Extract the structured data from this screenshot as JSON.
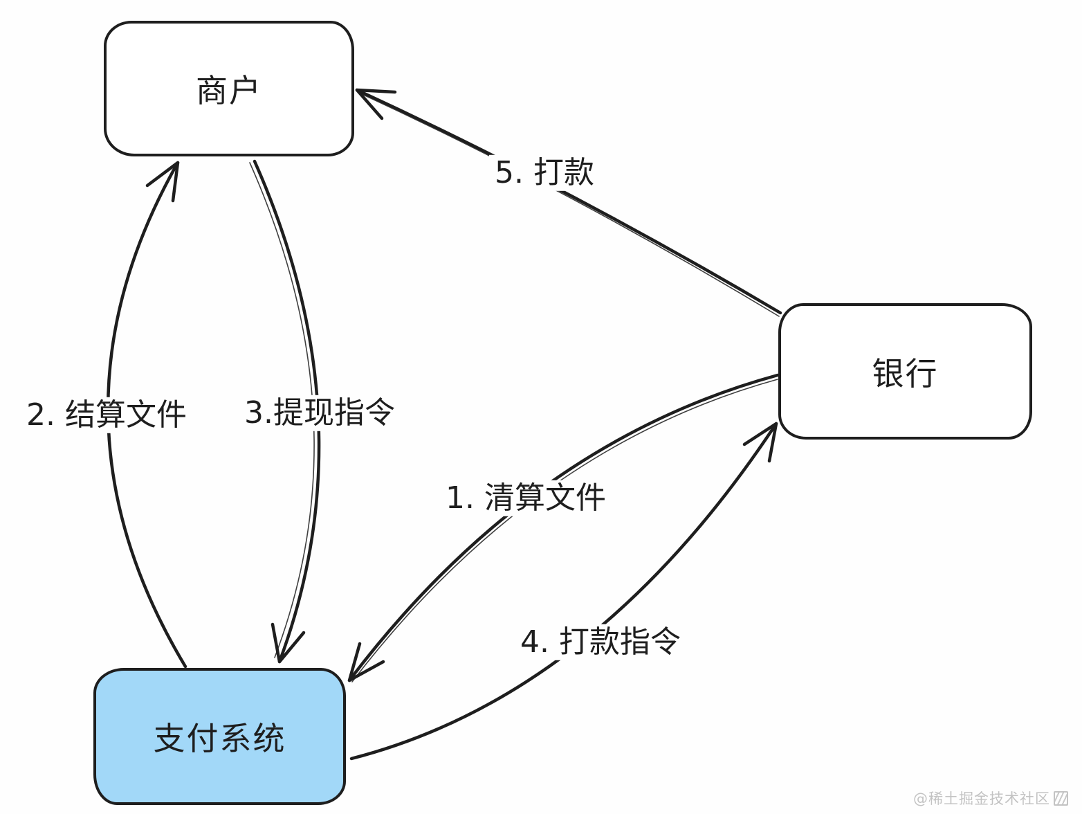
{
  "colors": {
    "background": "#fefefe",
    "ink": "#1e1e1e",
    "node_fill": "#ffffff",
    "payment_system_fill": "#a2d8f8",
    "watermark_gray": "#c3c3c3"
  },
  "nodes": {
    "merchant": {
      "label": "商户"
    },
    "bank": {
      "label": "银行"
    },
    "payment_system": {
      "label": "支付系统"
    }
  },
  "edges": {
    "clearing_file": {
      "label": "1. 清算文件",
      "from": "bank",
      "to": "payment_system"
    },
    "settlement_file": {
      "label": "2. 结算文件",
      "from": "payment_system",
      "to": "merchant"
    },
    "withdraw_command": {
      "label": "3.提现指令",
      "from": "merchant",
      "to": "payment_system"
    },
    "payout_command": {
      "label": "4. 打款指令",
      "from": "payment_system",
      "to": "bank"
    },
    "payout": {
      "label": "5. 打款",
      "from": "bank",
      "to": "merchant"
    }
  },
  "watermark": {
    "text": "@稀土掘金技术社区"
  }
}
